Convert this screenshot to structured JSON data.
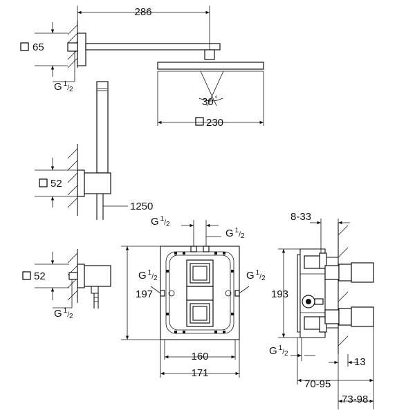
{
  "dims": {
    "arm_length": "286",
    "ceiling_plate": "65",
    "head_size": "230",
    "spray_angle": "30",
    "spray_angle_unit": "°",
    "holder_plate": "52",
    "hose_length": "1250",
    "outlet_plate": "52",
    "body_height": "197",
    "body_width_outer": "171",
    "body_width_inner": "160",
    "side_height": "193",
    "depth_range_1": "8-33",
    "depth_range_2": "70-95",
    "depth_range_3": "73-98",
    "depth_13": "13"
  },
  "threads": {
    "thread_letter": "G",
    "thread_num": "1",
    "thread_den": "2"
  }
}
